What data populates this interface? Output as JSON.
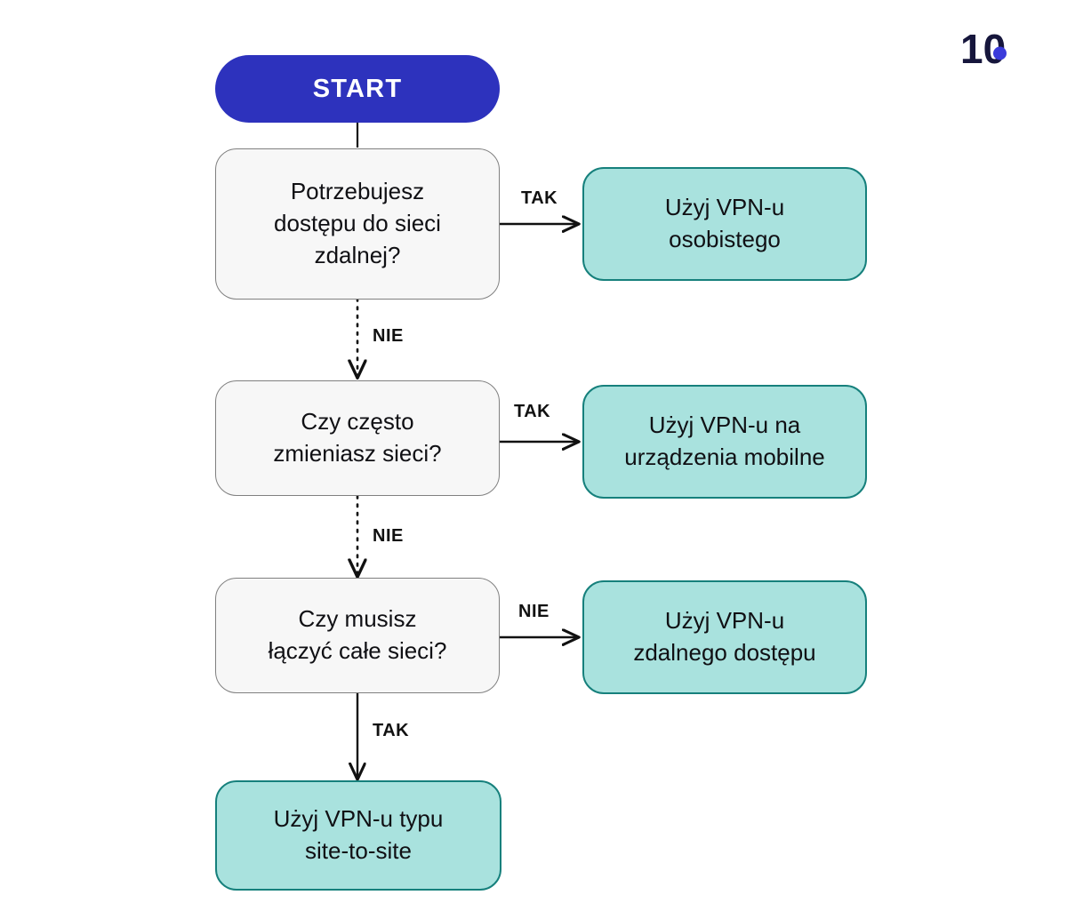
{
  "brand": {
    "logo_text": "10",
    "logo_color": "#16163c",
    "logo_dot_color": "#3b3bdb"
  },
  "palette": {
    "background": "#ffffff",
    "start_fill": "#2d32bd",
    "start_text": "#ffffff",
    "decision_fill": "#f7f7f7",
    "decision_border": "#808080",
    "result_fill": "#a9e2de",
    "result_border": "#16807c",
    "text": "#101014",
    "connector": "#111111"
  },
  "flowchart": {
    "type": "decision-tree",
    "language": "pl",
    "nodes": [
      {
        "id": "start",
        "kind": "start",
        "label": "START"
      },
      {
        "id": "decision1",
        "kind": "decision",
        "label": "Potrzebujesz\ndostępu do sieci\nzdalnej?"
      },
      {
        "id": "result1",
        "kind": "result",
        "label": "Użyj VPN-u\nosobistego"
      },
      {
        "id": "decision2",
        "kind": "decision",
        "label": "Czy często\nzmieniasz sieci?"
      },
      {
        "id": "result2",
        "kind": "result",
        "label": "Użyj VPN-u na\nurządzenia mobilne"
      },
      {
        "id": "decision3",
        "kind": "decision",
        "label": "Czy musisz\nłączyć całe sieci?"
      },
      {
        "id": "result3",
        "kind": "result",
        "label": "Użyj VPN-u\nzdalnego dostępu"
      },
      {
        "id": "result4",
        "kind": "result",
        "label": "Użyj VPN-u typu\nsite-to-site"
      }
    ],
    "edges": [
      {
        "id": "e-start-d1",
        "from": "start",
        "to": "decision1",
        "label": "",
        "style": "solid",
        "direction": "down"
      },
      {
        "id": "e-d1-r1",
        "from": "decision1",
        "to": "result1",
        "label": "TAK",
        "style": "solid",
        "direction": "right"
      },
      {
        "id": "e-d1-d2",
        "from": "decision1",
        "to": "decision2",
        "label": "NIE",
        "style": "dotted",
        "direction": "down"
      },
      {
        "id": "e-d2-r2",
        "from": "decision2",
        "to": "result2",
        "label": "TAK",
        "style": "solid",
        "direction": "right"
      },
      {
        "id": "e-d2-d3",
        "from": "decision2",
        "to": "decision3",
        "label": "NIE",
        "style": "dotted",
        "direction": "down"
      },
      {
        "id": "e-d3-r3",
        "from": "decision3",
        "to": "result3",
        "label": "NIE",
        "style": "solid",
        "direction": "right"
      },
      {
        "id": "e-d3-r4",
        "from": "decision3",
        "to": "result4",
        "label": "TAK",
        "style": "solid",
        "direction": "down"
      }
    ]
  }
}
